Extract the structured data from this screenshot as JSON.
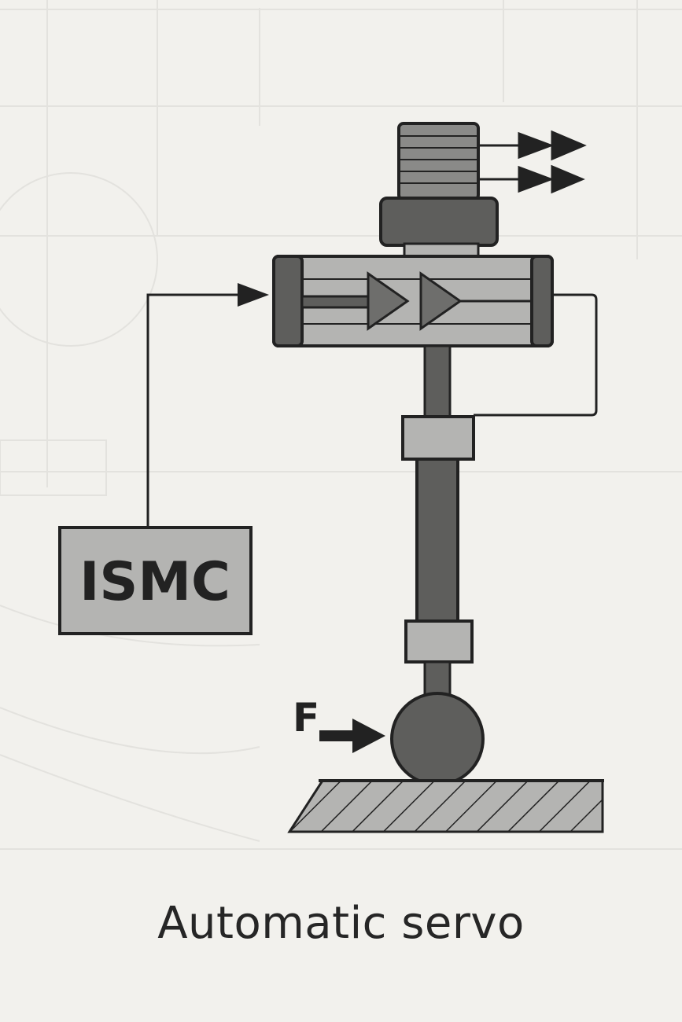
{
  "controller": {
    "label": "ISMC"
  },
  "force": {
    "label": "F"
  },
  "caption": "Automatic servo",
  "colors": {
    "background": "#f2f1ed",
    "stroke": "#222222",
    "light_gray": "#b4b4b2",
    "mid_gray": "#8a8a88",
    "dark_gray": "#5e5e5c",
    "caption_text": "#262626"
  }
}
